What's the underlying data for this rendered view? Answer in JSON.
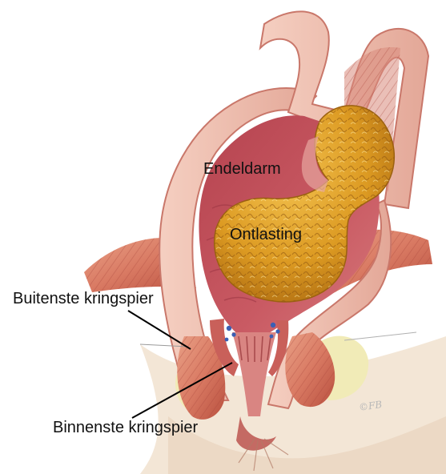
{
  "labels": {
    "endeldarm": "Endeldarm",
    "ontlasting": "Ontlasting",
    "buitenste_kringspier": "Buitenste kringspier",
    "binnenste_kringspier": "Binnenste kringspier"
  },
  "signature": "©FB",
  "colors": {
    "muscle": "#d9826a",
    "muscle_dark": "#b4503f",
    "lumen": "#c0545f",
    "mucosa": "#d97b7f",
    "stool": "#d9971f",
    "stool_dark": "#9b6110",
    "fat": "#f1ebb7",
    "skin": "#efe2d0",
    "vessel": "#3b5fb4"
  }
}
